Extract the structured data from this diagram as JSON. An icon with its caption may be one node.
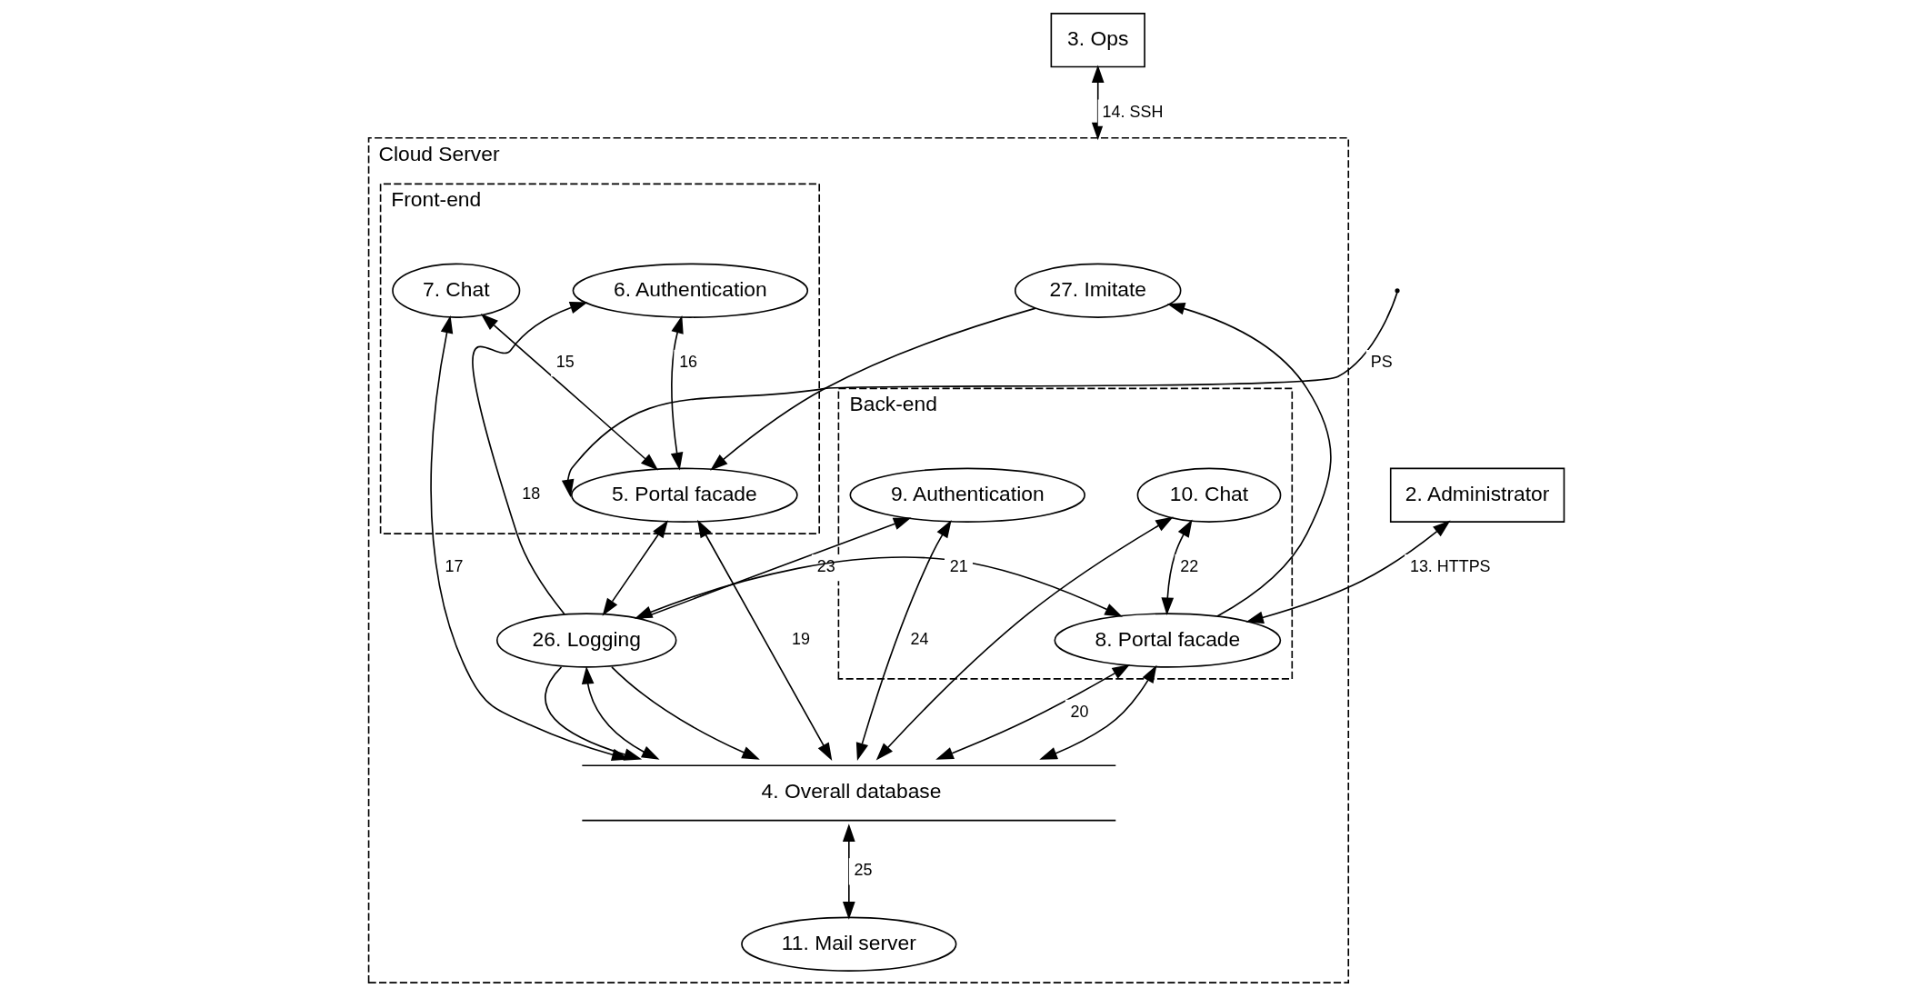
{
  "diagram": {
    "nodes": [
      {
        "text": [
          "3. Ops"
        ]
      },
      {
        "text": [
          "Cloud Server"
        ]
      },
      {
        "text": [
          "Front-end"
        ],
        "in": 1
      },
      {
        "text": [
          "Back-end"
        ],
        "in": 1
      },
      {
        "text": [
          "7. Chat"
        ],
        "in": 2
      },
      {
        "text": [
          "6. Authentication"
        ],
        "in": 2
      },
      {
        "text": [
          "9. Authentication"
        ],
        "in": 3
      },
      {
        "text": [
          "10. Chat"
        ],
        "in": 3
      },
      {
        "text": [
          "27. Imitate"
        ],
        "in": 1
      },
      {
        "text": [
          "5. Portal facade"
        ],
        "in": 2
      },
      {
        "text": [
          "26. Logging"
        ],
        "in": 1
      },
      {
        "text": [
          "8. Portal facade"
        ],
        "in": 3
      },
      {
        "text": [
          "2. Administrator"
        ]
      },
      {
        "text": [
          "4. Overall database"
        ],
        "in": 1
      },
      {
        "text": [
          "11. Mail server"
        ],
        "in": 1
      }
    ],
    "edges": [
      {
        "from": 0,
        "to": 1,
        "arrow": "both",
        "label": "14. SSH"
      },
      {
        "from": null,
        "to": 9,
        "arrow": "to",
        "label": "PS"
      },
      {
        "from": 12,
        "to": 11,
        "arrow": "both",
        "label": "13. HTTPS"
      },
      {
        "from": 9,
        "to": 4,
        "arrow": "both",
        "label": "15"
      },
      {
        "from": 9,
        "to": 5,
        "arrow": "both",
        "label": "16"
      },
      {
        "from": 13,
        "to": 4,
        "arrow": "both",
        "label": "17"
      },
      {
        "from": 10,
        "to": 5,
        "arrow": "to",
        "label": "18"
      },
      {
        "from": 13,
        "to": 9,
        "arrow": "both",
        "label": "19"
      },
      {
        "from": 13,
        "to": 11,
        "arrow": "both",
        "label": "20"
      },
      {
        "from": 10,
        "to": 11,
        "arrow": "both",
        "label": "21"
      },
      {
        "from": 11,
        "to": 7,
        "arrow": "both",
        "label": "22"
      },
      {
        "from": 10,
        "to": 6,
        "arrow": "to",
        "label": "23"
      },
      {
        "from": 13,
        "to": 6,
        "arrow": "both",
        "label": "24"
      },
      {
        "from": 13,
        "to": 7,
        "arrow": "both"
      },
      {
        "from": 13,
        "to": 11,
        "arrow": "both"
      },
      {
        "from": 13,
        "to": 14,
        "arrow": "both",
        "label": "25"
      },
      {
        "from": 8,
        "to": 9,
        "arrow": "to"
      },
      {
        "from": 11,
        "to": 8,
        "arrow": "to"
      },
      {
        "from": 9,
        "to": 10,
        "arrow": "both"
      },
      {
        "from": 10,
        "to": 13,
        "arrow": "to"
      },
      {
        "from": 13,
        "to": 10,
        "arrow": "both"
      },
      {
        "from": 10,
        "to": 13,
        "arrow": "to"
      }
    ]
  }
}
